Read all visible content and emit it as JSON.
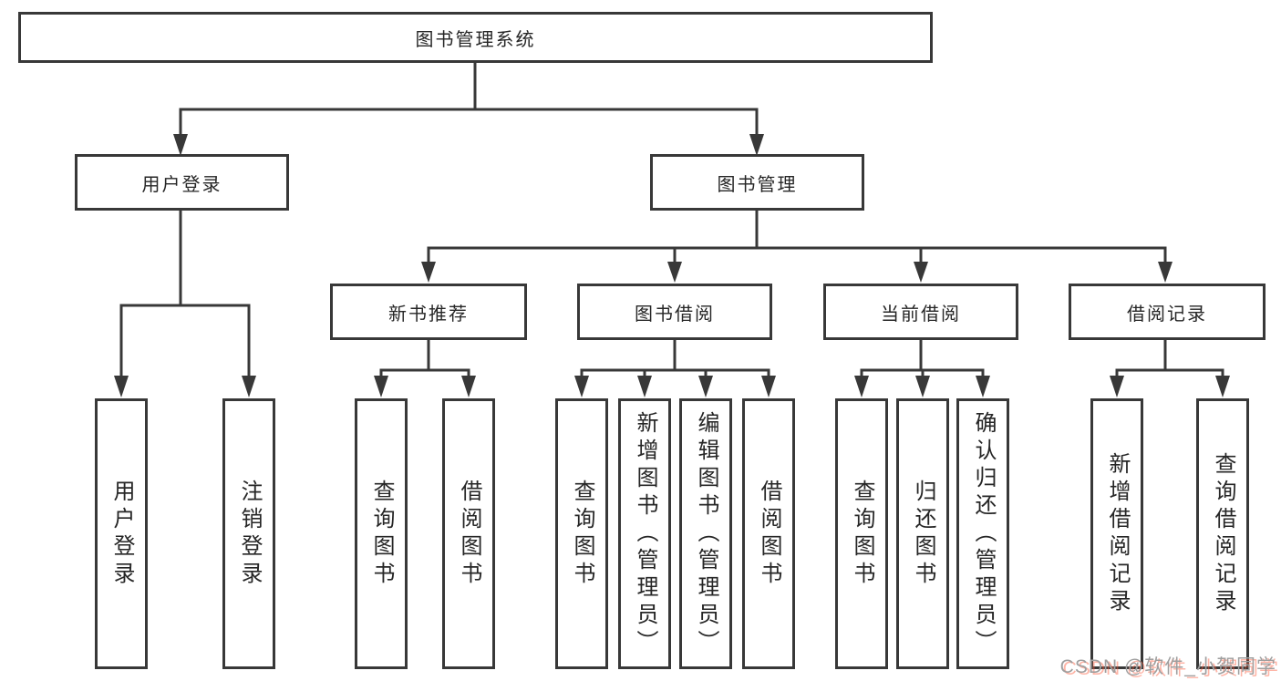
{
  "diagram": {
    "nodes": {
      "root": "图书管理系统",
      "user_login": "用户登录",
      "book_management": "图书管理",
      "new_book_recommend": "新书推荐",
      "book_borrow": "图书借阅",
      "current_borrow": "当前借阅",
      "borrow_records": "借阅记录"
    },
    "leaves": {
      "login_user_login": "用户登录",
      "login_logout": "注销登录",
      "recommend_query_books": "查询图书",
      "recommend_borrow_books": "借阅图书",
      "borrow_query_books": "查询图书",
      "borrow_add_books": "新增图书（管理员）",
      "borrow_edit_books": "编辑图书（管理员）",
      "borrow_borrow_books": "借阅图书",
      "current_query_books": "查询图书",
      "current_return_books": "归还图书",
      "current_confirm_return": "确认归还（管理员）",
      "records_add_record": "新增借阅记录",
      "records_query_record": "查询借阅记录"
    },
    "colors": {
      "line": "#383838",
      "text": "#262626",
      "background": "#ffffff",
      "watermark_gray": "#9f9f9f",
      "watermark_red": "#fc5c3c"
    }
  },
  "watermark": "CSDN @软件_小贺同学"
}
